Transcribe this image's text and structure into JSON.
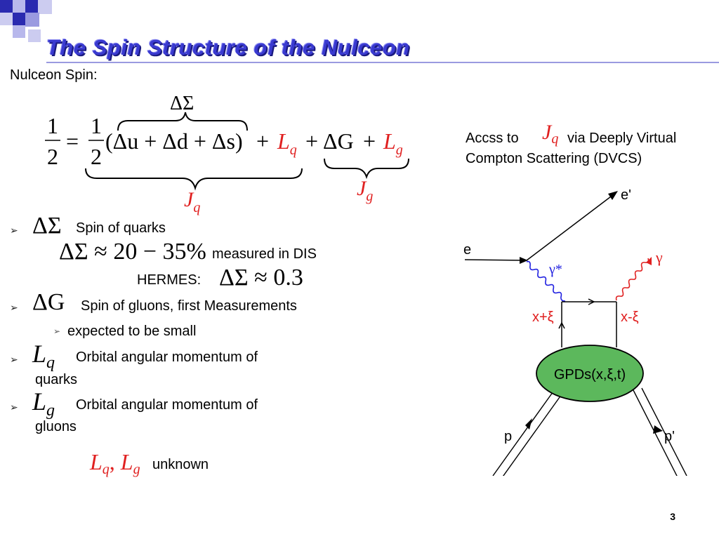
{
  "title": "The Spin Structure of the Nulceon",
  "subtitle": "Nulceon Spin:",
  "equation": {
    "lhs_num": "1",
    "lhs_den": "2",
    "equals": "=",
    "half_num": "1",
    "half_den": "2",
    "inner": "(Δu + Δd + Δs)",
    "plus1": "+",
    "Lq_L": "L",
    "Lq_sub": "q",
    "plus2": "+",
    "dG": "ΔG",
    "plus3": "+",
    "Lg_L": "L",
    "Lg_sub": "g",
    "overbrace_label": "ΔΣ",
    "Jq_J": "J",
    "Jq_sub": "q",
    "Jg_J": "J",
    "Jg_sub": "g"
  },
  "bullets": [
    {
      "symbol": "ΔΣ",
      "text": "Spin of quarks"
    },
    {
      "symbol": "ΔG",
      "text": "Spin of gluons, first Measurements"
    },
    {
      "symbol_L": "L",
      "symbol_sub": "q",
      "text": "Orbital angular momentum of",
      "cont": "quarks"
    },
    {
      "symbol_L": "L",
      "symbol_sub": "g",
      "text": "Orbital angular momentum of",
      "cont": "gluons"
    }
  ],
  "sub_lines": {
    "dis_formula": "ΔΣ ≈ 20 − 35%",
    "dis_text": "measured in DIS",
    "hermes_label": "HERMES:",
    "hermes_formula": "ΔΣ ≈ 0.3",
    "expected": "expected to be small"
  },
  "unknown": {
    "L1": "L",
    "s1": "q",
    "comma": ",",
    "L2": "L",
    "s2": "g",
    "text": "unknown"
  },
  "access": {
    "line1_a": "Accss to",
    "J": "J",
    "J_sub": "q",
    "line1_b": "via Deeply Virtual",
    "line2": "Compton Scattering (DVCS)"
  },
  "diagram": {
    "e": "e",
    "e_prime": "e'",
    "gamma_star": "γ*",
    "gamma": "γ",
    "x_plus": "x+ξ",
    "x_minus": "x-ξ",
    "gpd": "GPDs(x,ξ,t)",
    "p": "p",
    "p_prime": "p'"
  },
  "page_number": "3",
  "colors": {
    "title": "#3a3ad0",
    "decor_dark": "#2a2ab0",
    "decor_light": "#b8b8ec",
    "red": "#e02020",
    "blue_photon": "#2020e0",
    "gpd_fill": "#5cb85c"
  }
}
